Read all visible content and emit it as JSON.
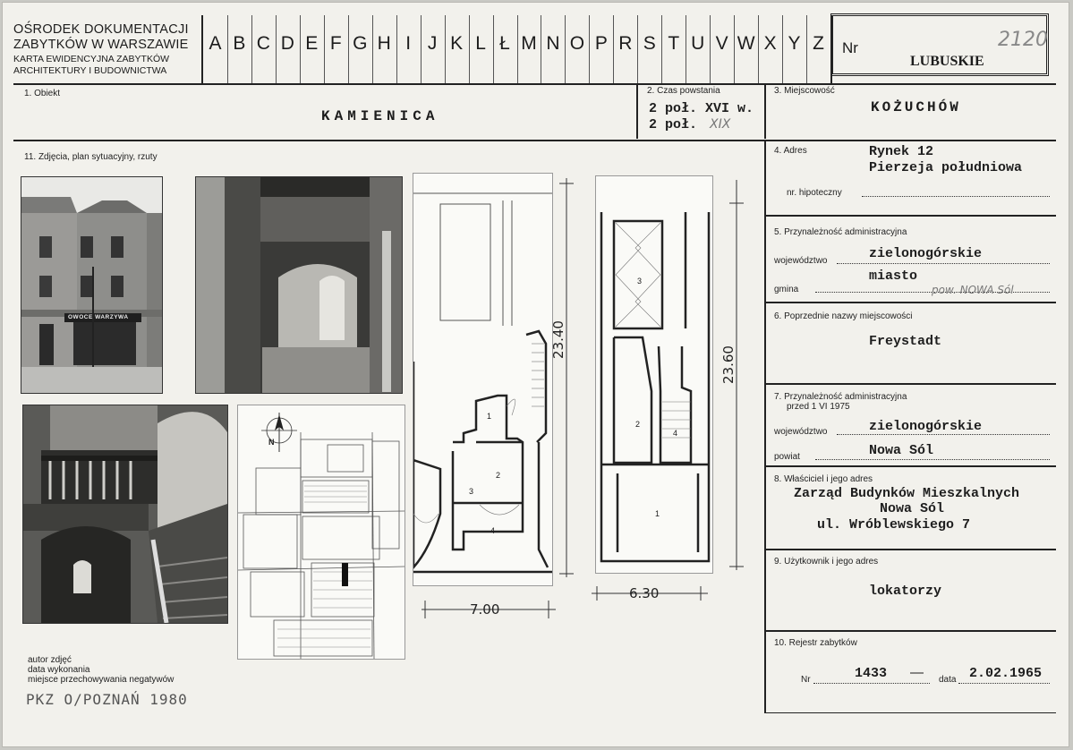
{
  "header": {
    "institution_lines": [
      "OŚRODEK DOKUMENTACJI",
      "ZABYTKÓW W WARSZAWIE",
      "KARTA EWIDENCYJNA ZABYTKÓW",
      "ARCHITEKTURY I BUDOWNICTWA"
    ],
    "alphabet": [
      "A",
      "B",
      "C",
      "D",
      "E",
      "F",
      "G",
      "H",
      "I",
      "J",
      "K",
      "L",
      "Ł",
      "M",
      "N",
      "O",
      "P",
      "R",
      "S",
      "T",
      "U",
      "V",
      "W",
      "X",
      "Y",
      "Z"
    ],
    "nr_label": "Nr",
    "nr_value": "2120",
    "region": "LUBUSKIE"
  },
  "obiekt": {
    "label": "1. Obiekt",
    "value": "KAMIENICA"
  },
  "czas": {
    "label": "2. Czas powstania",
    "line1": "2 poł. XVI w.",
    "line2_prefix": "2 poł.",
    "line2_hand": "XIX"
  },
  "miejscowosc": {
    "label": "3. Miejscowość",
    "value": "KOŻUCHÓW"
  },
  "photos": {
    "label": "11. Zdjęcia, plan sytuacyjny, rzuty",
    "shop_sign": "OWOCE WARZYWA"
  },
  "plans": {
    "room_numbers": [
      "1",
      "2",
      "3",
      "4"
    ],
    "dim_left_vertical": "23.40",
    "dim_right_vertical": "23.60",
    "dim_left_width": "7.00",
    "dim_right_width": "6.30",
    "north": "N"
  },
  "footer_left": {
    "lines": [
      "autor zdjęć",
      "data wykonania",
      "miejsce przechowywania negatywów"
    ],
    "stamp": "PKZ O/POZNAŃ 1980"
  },
  "adres": {
    "label": "4. Adres",
    "line1": "Rynek 12",
    "line2": "Pierzeja południowa",
    "hipoteczny_label": "nr. hipoteczny"
  },
  "przynaleznosc": {
    "label": "5. Przynależność administracyjna",
    "woj_label": "województwo",
    "woj_value": "zielonogórskie",
    "gmina_label": "gmina",
    "gmina_value": "miasto",
    "gmina_hand": "pow. NOWA Sól"
  },
  "poprzednie": {
    "label": "6. Poprzednie nazwy miejscowości",
    "value": "Freystadt"
  },
  "przynaleznosc_1975": {
    "label_line1": "7. Przynależność administracyjna",
    "label_line2": "przed 1 VI 1975",
    "woj_label": "województwo",
    "woj_value": "zielonogórskie",
    "powiat_label": "powiat",
    "powiat_value": "Nowa Sól"
  },
  "wlasciciel": {
    "label": "8. Właściciel i jego adres",
    "line1": "Zarząd Budynków Mieszkalnych",
    "line2": "Nowa Sól",
    "line3": "ul. Wróblewskiego 7"
  },
  "uzytkownik": {
    "label": "9. Użytkownik i jego adres",
    "value": "lokatorzy"
  },
  "rejestr": {
    "label": "10. Rejestr zabytków",
    "nr_label": "Nr",
    "nr_value": "1433",
    "data_label": "data",
    "data_value": "2.02.1965"
  }
}
